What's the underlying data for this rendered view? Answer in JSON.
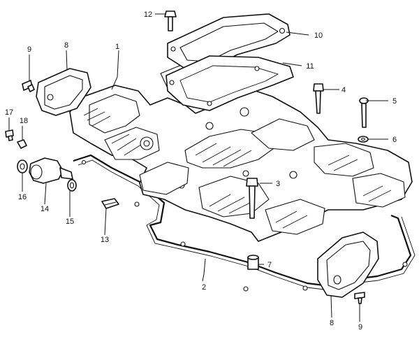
{
  "callouts": [
    {
      "id": "c1",
      "text": "1"
    },
    {
      "id": "c2",
      "text": "2"
    },
    {
      "id": "c3",
      "text": "3"
    },
    {
      "id": "c4",
      "text": "4"
    },
    {
      "id": "c5",
      "text": "5"
    },
    {
      "id": "c6",
      "text": "6"
    },
    {
      "id": "c7",
      "text": "7"
    },
    {
      "id": "c8a",
      "text": "8"
    },
    {
      "id": "c8b",
      "text": "8"
    },
    {
      "id": "c9a",
      "text": "9"
    },
    {
      "id": "c9b",
      "text": "9"
    },
    {
      "id": "c10",
      "text": "10"
    },
    {
      "id": "c11",
      "text": "11"
    },
    {
      "id": "c12",
      "text": "12"
    },
    {
      "id": "c13",
      "text": "13"
    },
    {
      "id": "c14",
      "text": "14"
    },
    {
      "id": "c15",
      "text": "15"
    },
    {
      "id": "c16",
      "text": "16"
    },
    {
      "id": "c17",
      "text": "17"
    },
    {
      "id": "c18",
      "text": "18"
    }
  ]
}
